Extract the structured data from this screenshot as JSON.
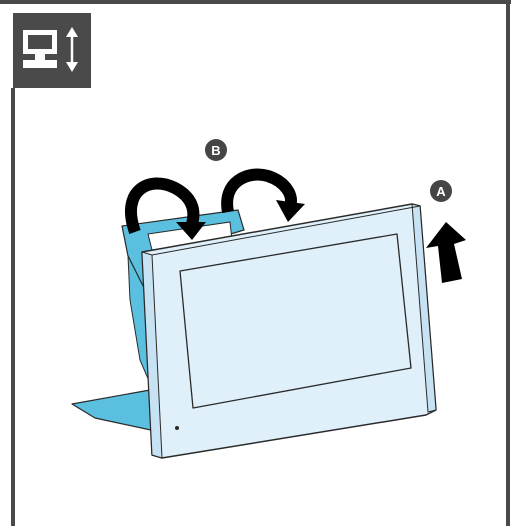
{
  "panel": {
    "header_icon": "adjust-height-icon",
    "border_color": "#4a4a4a",
    "header_bg": "#4a4a4a"
  },
  "illustration": {
    "device": "tablet-on-stand",
    "stand_color": "#5bc0e0",
    "screen_color": "#dff0fa",
    "arrow_color": "#000000"
  },
  "steps": {
    "a_label": "A",
    "b_label": "B"
  }
}
